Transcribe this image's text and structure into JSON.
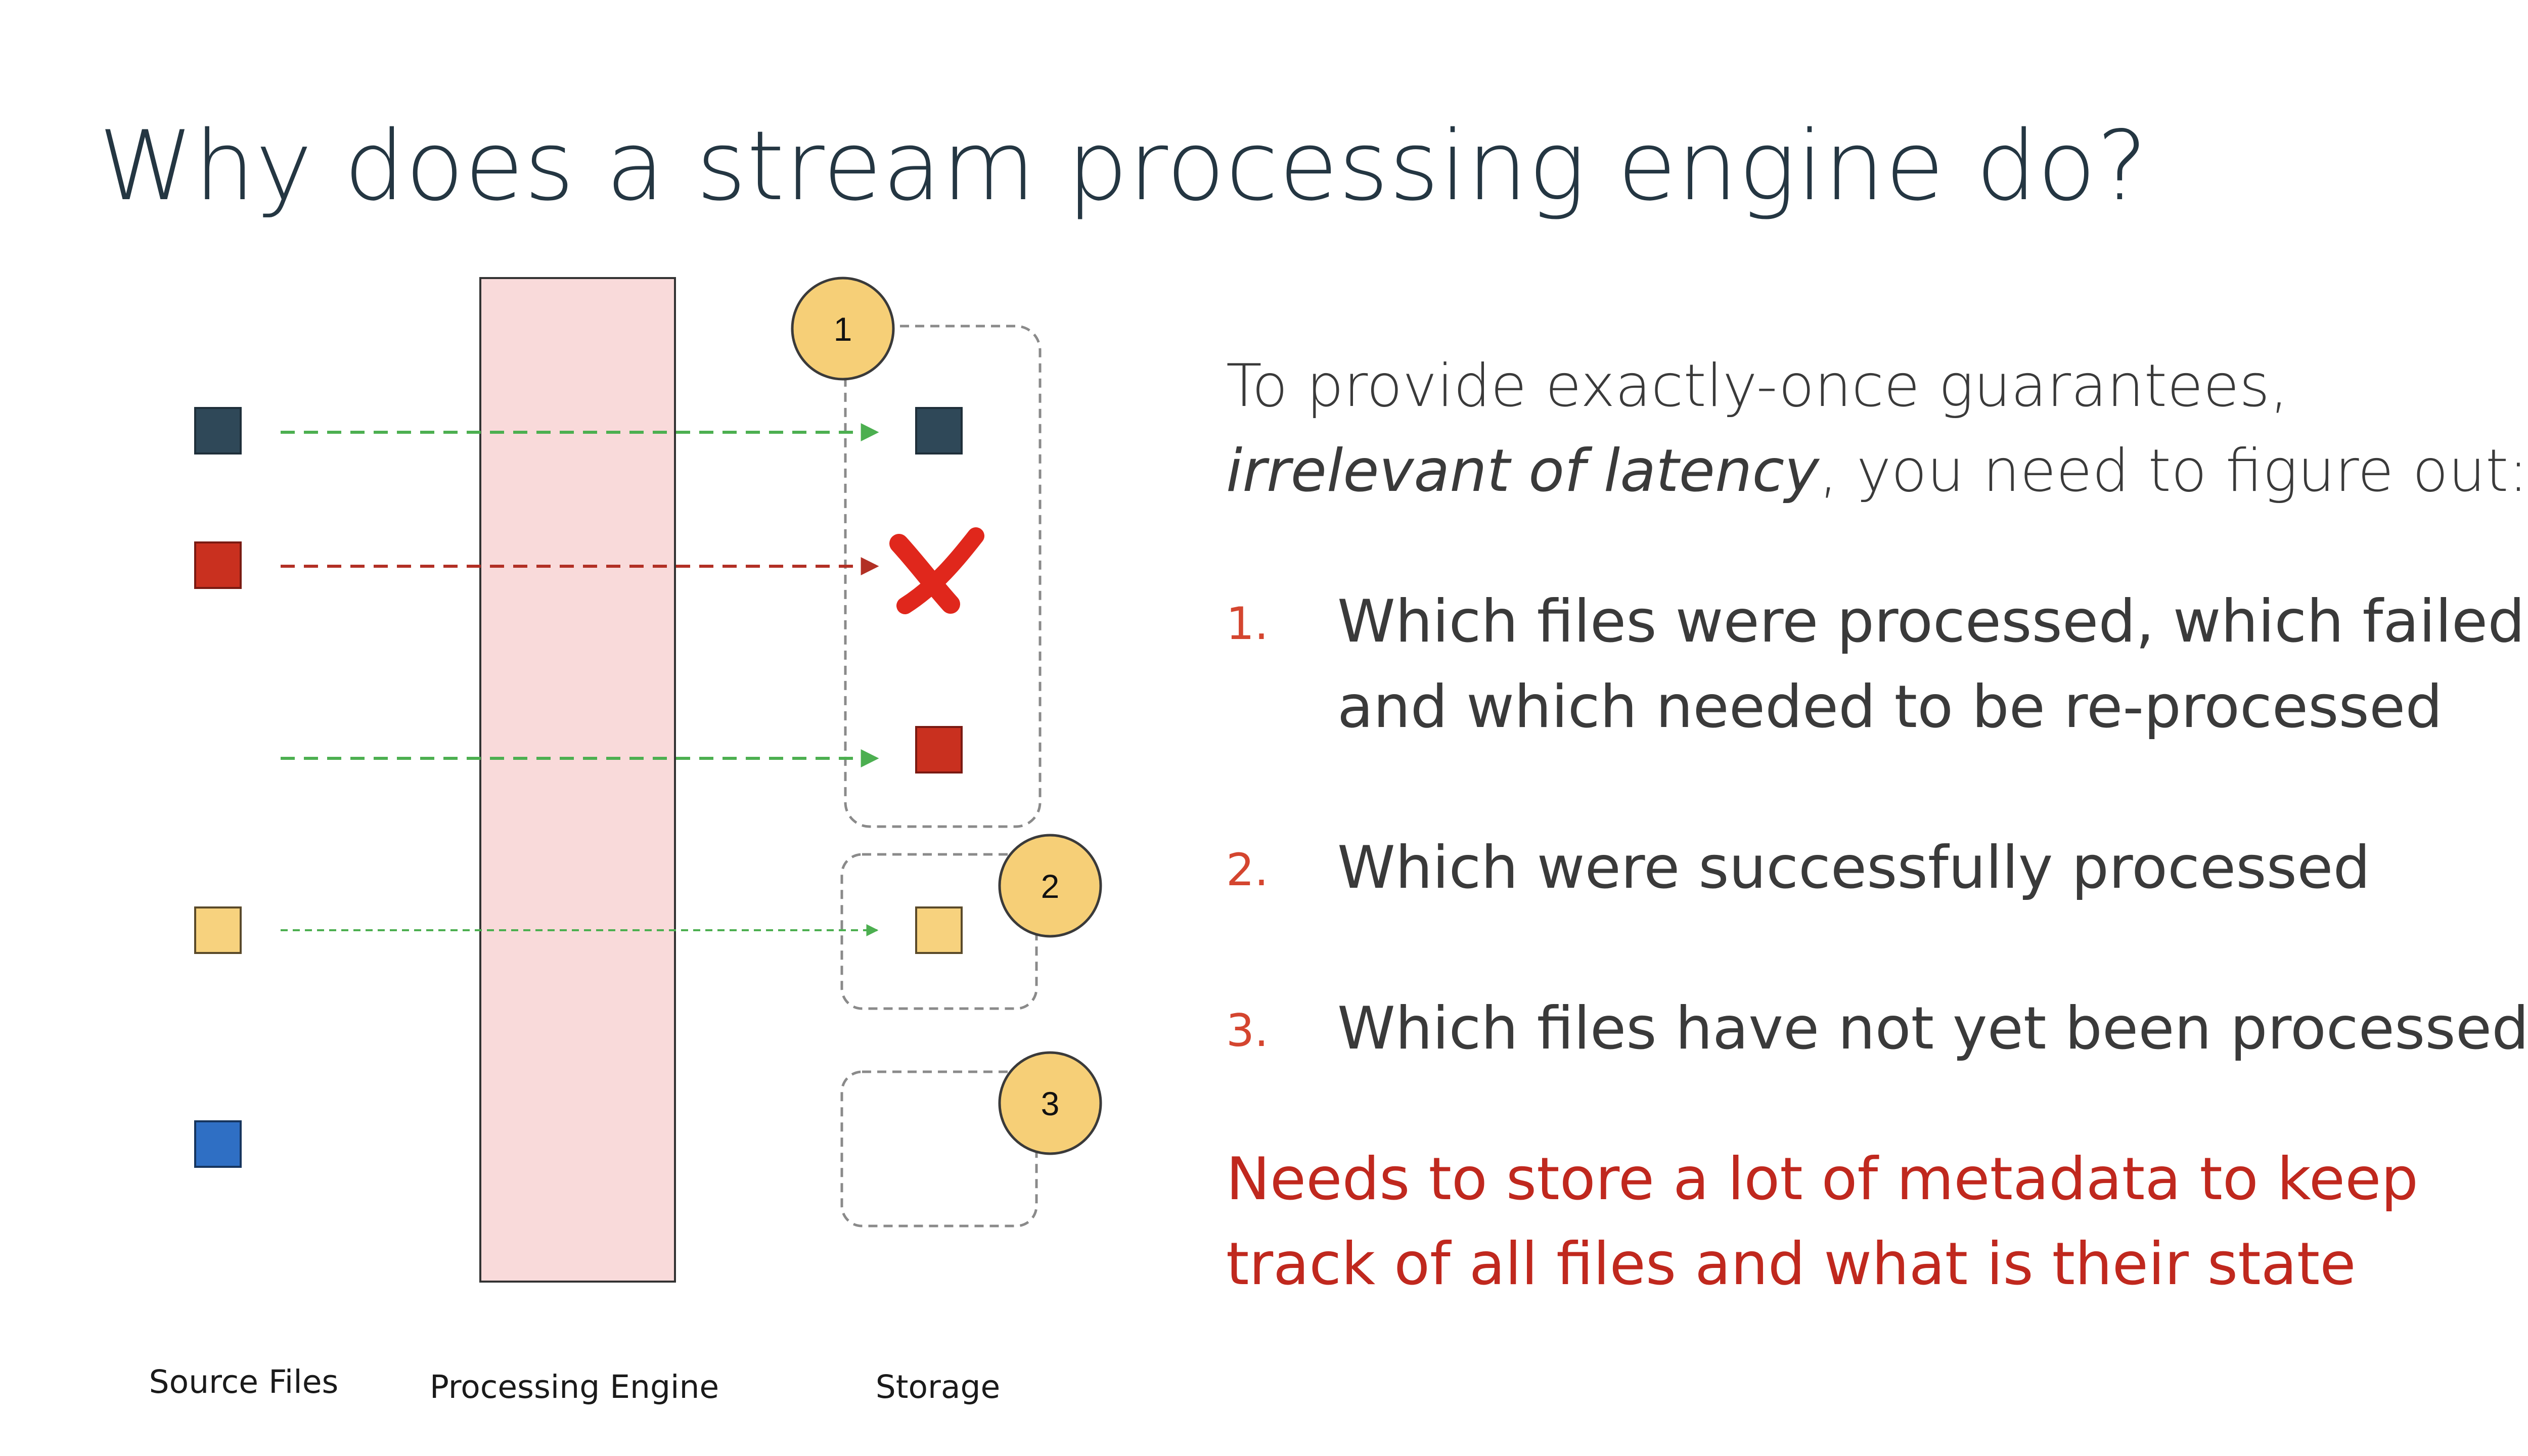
{
  "title": "Why does a stream processing engine do?",
  "diagram": {
    "column_labels": {
      "source": "Source Files",
      "engine": "Processing Engine",
      "storage": "Storage"
    },
    "badges": [
      "1",
      "2",
      "3"
    ],
    "colors": {
      "dark_slate": "#2f4858",
      "red": "#c9301f",
      "yellow": "#f7d27e",
      "blue": "#2f6fc4",
      "engine_fill": "#f9dada",
      "success_arrow": "#4caf50",
      "failure_arrow": "#b23025",
      "badge_fill": "#f6cf77",
      "x_mark": "#e0271c"
    },
    "flows": [
      {
        "file": "dark_slate",
        "result": "stored",
        "arrow": "success",
        "group": "1"
      },
      {
        "file": "red",
        "result": "failed",
        "arrow": "failure",
        "group": "1"
      },
      {
        "file": "red",
        "result": "stored (re-processed)",
        "arrow": "success",
        "group": "1"
      },
      {
        "file": "yellow",
        "result": "stored",
        "arrow": "success",
        "group": "2"
      },
      {
        "file": "blue",
        "result": "not yet processed",
        "arrow": "none",
        "group": "3"
      }
    ]
  },
  "panel": {
    "intro": {
      "part1": "To provide exactly-once guarantees, ",
      "emphasis": "irrelevant of latency",
      "part2": ", you need to figure out:"
    },
    "items": [
      {
        "num": "1.",
        "text": "Which files were processed, which failed, and which needed to be re-processed"
      },
      {
        "num": "2.",
        "text": "Which were successfully processed"
      },
      {
        "num": "3.",
        "text": "Which files have not yet been processed"
      }
    ],
    "conclusion": "Needs to store a lot of metadata to keep track of all files and what is their state"
  }
}
